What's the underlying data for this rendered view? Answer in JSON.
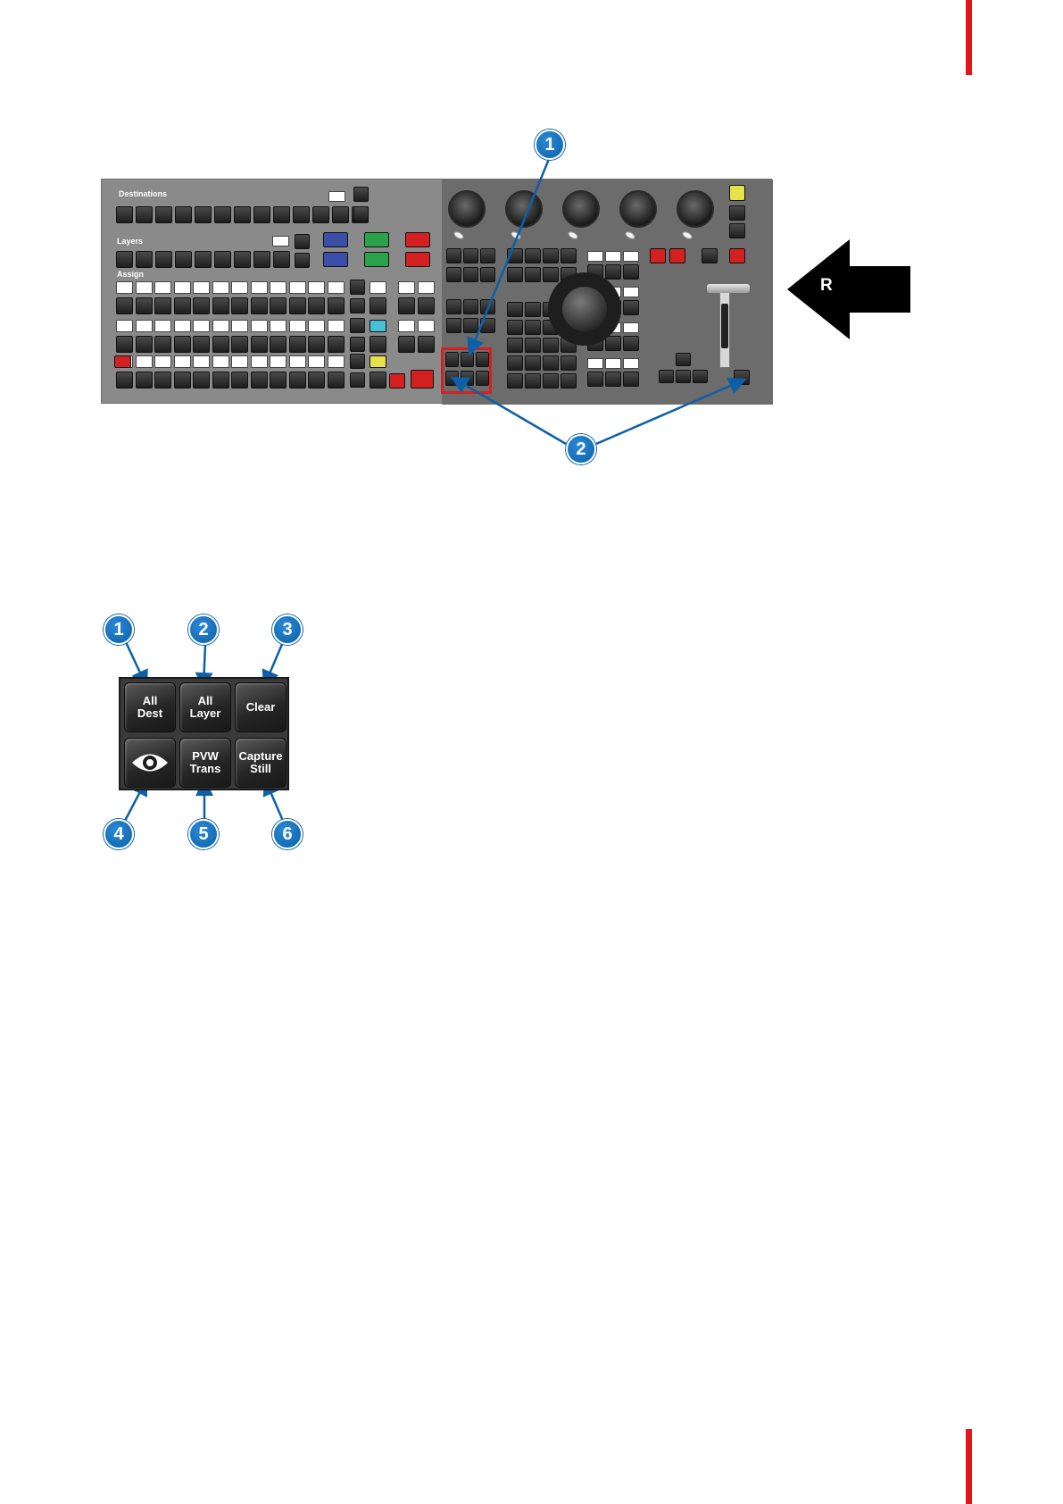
{
  "figure1": {
    "sections": {
      "destinations": "Destinations",
      "layers": "Layers",
      "assign": "Assign"
    },
    "side_arrow_label": "R",
    "callouts": [
      "1",
      "2"
    ]
  },
  "figure2": {
    "keys": [
      {
        "label": "All\nDest"
      },
      {
        "label": "All\nLayer"
      },
      {
        "label": "Clear"
      },
      {
        "label": "",
        "icon": "eye-icon"
      },
      {
        "label": "PVW\nTrans"
      },
      {
        "label": "Capture\nStill"
      }
    ],
    "callouts": [
      "1",
      "2",
      "3",
      "4",
      "5",
      "6"
    ]
  },
  "colors": {
    "accent_red": "#e3161b",
    "callout_blue": "#0d5fa8"
  }
}
